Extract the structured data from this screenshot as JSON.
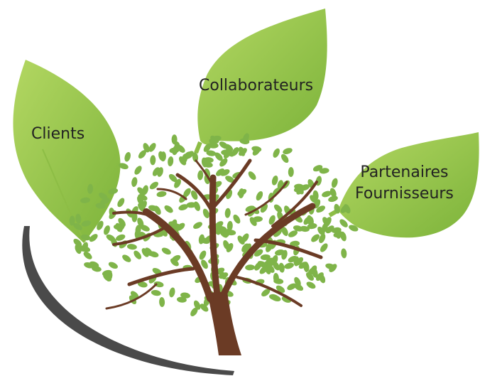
{
  "leaves": {
    "clients": {
      "label": "Clients"
    },
    "collaborateurs": {
      "label": "Collaborateurs"
    },
    "partenaires": {
      "label_line1": "Partenaires",
      "label_line2": "Fournisseurs"
    }
  },
  "colors": {
    "leaf_light": "#a3cc4e",
    "leaf_dark": "#6fa82f",
    "small_leaf": "#7fb449",
    "trunk": "#6b3b25",
    "swoosh": "#4a4a4a"
  }
}
